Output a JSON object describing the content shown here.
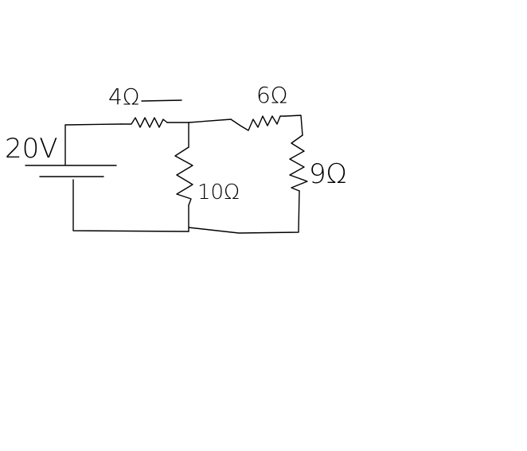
{
  "diagram": {
    "background": "#ffffff",
    "stroke": "#000000",
    "source": {
      "label": "20V"
    },
    "resistors": [
      {
        "id": "r1",
        "label": "4Ω"
      },
      {
        "id": "r2",
        "label": "6Ω"
      },
      {
        "id": "r3",
        "label": "10Ω"
      },
      {
        "id": "r4",
        "label": "9Ω"
      }
    ]
  }
}
